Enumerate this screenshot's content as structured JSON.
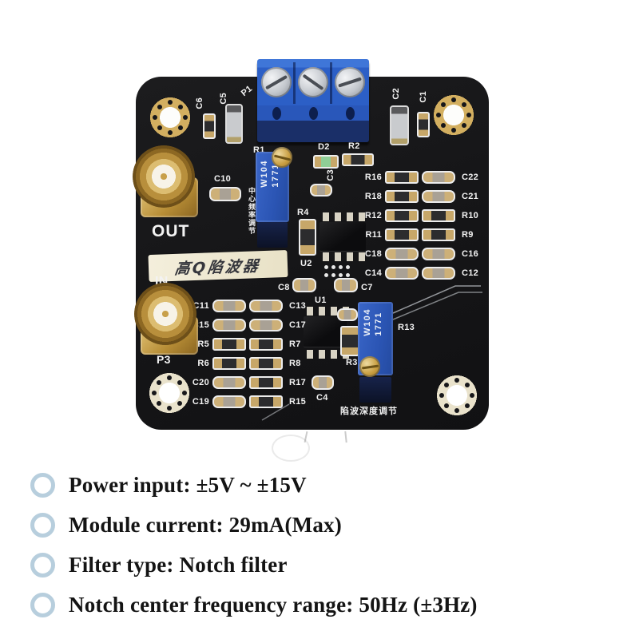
{
  "specs": {
    "items": [
      "Power input: ±5V ~ ±15V",
      "Module current: 29mA(Max)",
      "Filter type: Notch filter",
      "Notch center frequency range: 50Hz (±3Hz)"
    ],
    "bullet_color": "#b7cedd"
  },
  "board": {
    "refs": {
      "p1": "P1",
      "out": "OUT",
      "in": "IN",
      "p3": "P3",
      "u1": "U1",
      "u2": "U2",
      "r1": "R1",
      "d2": "D2",
      "r2": "R2",
      "c3": "C3",
      "c6": "C6",
      "c5": "C5",
      "c2": "C2",
      "c1": "C1",
      "c10": "C10",
      "r4": "R4",
      "c8": "C8",
      "c7": "C7",
      "c4": "C4",
      "r3": "R3",
      "r13": "R13"
    },
    "grid_right": {
      "rows": [
        {
          "left": "R16",
          "right": "C22"
        },
        {
          "left": "R18",
          "right": "C21"
        },
        {
          "left": "R12",
          "right": "R10"
        },
        {
          "left": "R11",
          "right": "R9"
        },
        {
          "left": "C18",
          "right": "C16"
        },
        {
          "left": "C14",
          "right": "C12"
        }
      ]
    },
    "grid_left": {
      "rows": [
        {
          "left": "C11",
          "right": "C13"
        },
        {
          "left": "C15",
          "right": "C17"
        },
        {
          "left": "R5",
          "right": "R7"
        },
        {
          "left": "R6",
          "right": "R8"
        },
        {
          "left": "C20",
          "right": "R17"
        },
        {
          "left": "C19",
          "right": "R15"
        }
      ]
    },
    "pot_marking": {
      "line1": "W104",
      "line2": "1771"
    },
    "annotations": {
      "center_freq_vertical": "中心频率调节",
      "notch_depth": "陷波深度调节",
      "sticker": "高Q陷波器"
    },
    "colors": {
      "pcb": "#161618",
      "terminal_blue": "#2c5fc6",
      "pot_blue": "#2b55b4",
      "connector_gold": "#c89e41",
      "silkscreen": "#f3f3f3",
      "bullet": "#b7cedd"
    }
  }
}
